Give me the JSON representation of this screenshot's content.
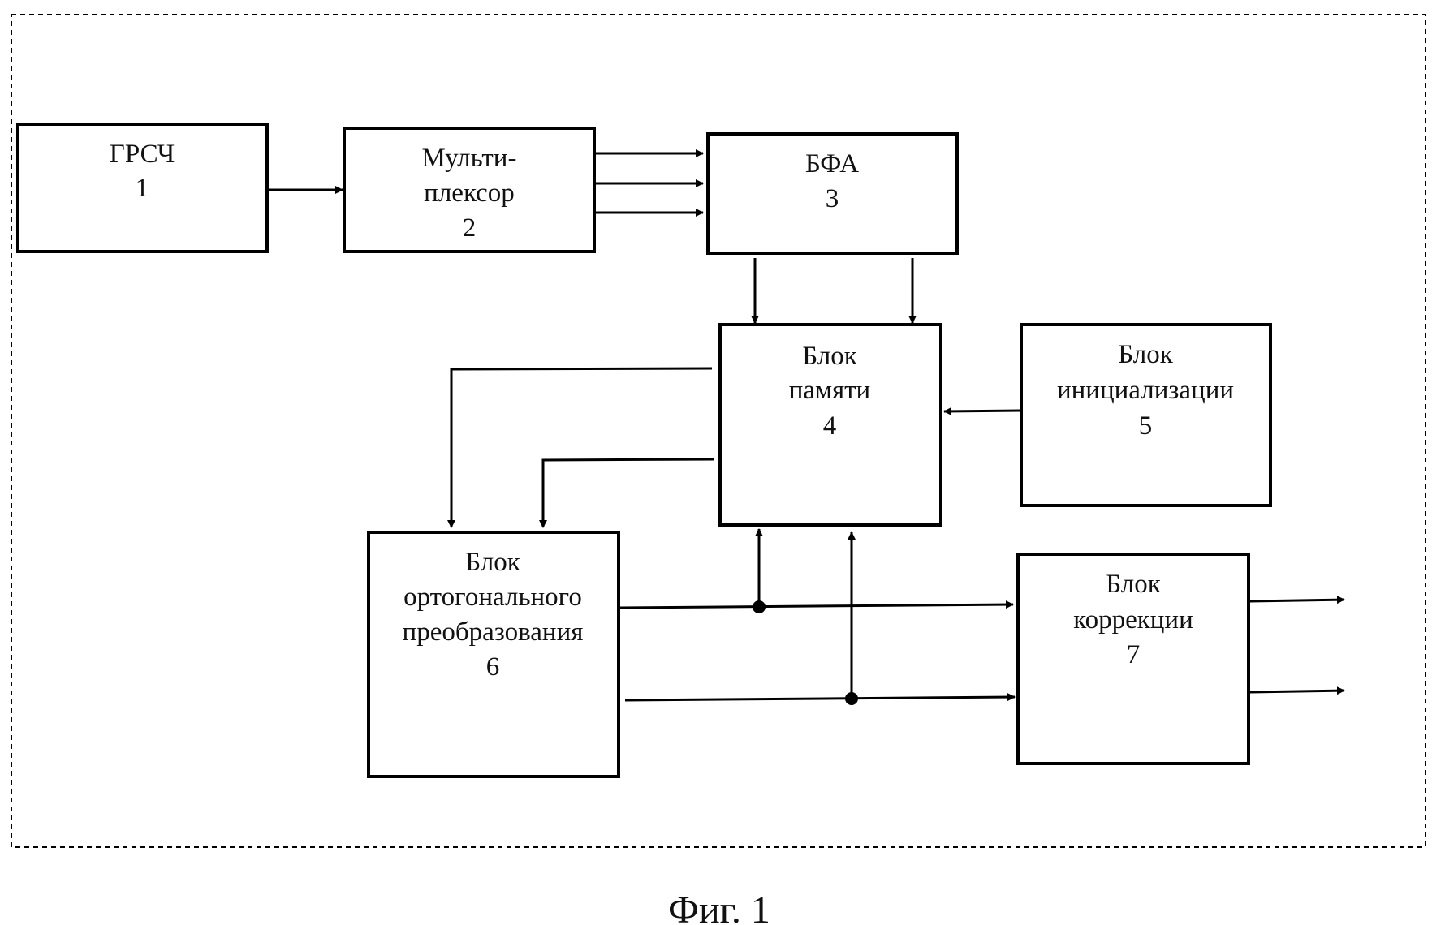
{
  "blocks": {
    "grsch": {
      "line1": "ГРСЧ",
      "num": "1"
    },
    "mux": {
      "line1": "Мульти-",
      "line2": "плексор",
      "num": "2"
    },
    "bfa": {
      "line1": "БФА",
      "num": "3"
    },
    "memory": {
      "line1": "Блок",
      "line2": "памяти",
      "num": "4"
    },
    "init": {
      "line1": "Блок",
      "line2": "инициализации",
      "num": "5"
    },
    "ortho": {
      "line1": "Блок",
      "line2": "ортогонального",
      "line3": "преобразования",
      "num": "6"
    },
    "correction": {
      "line1": "Блок",
      "line2": "коррекции",
      "num": "7"
    }
  },
  "caption": "Фиг. 1"
}
